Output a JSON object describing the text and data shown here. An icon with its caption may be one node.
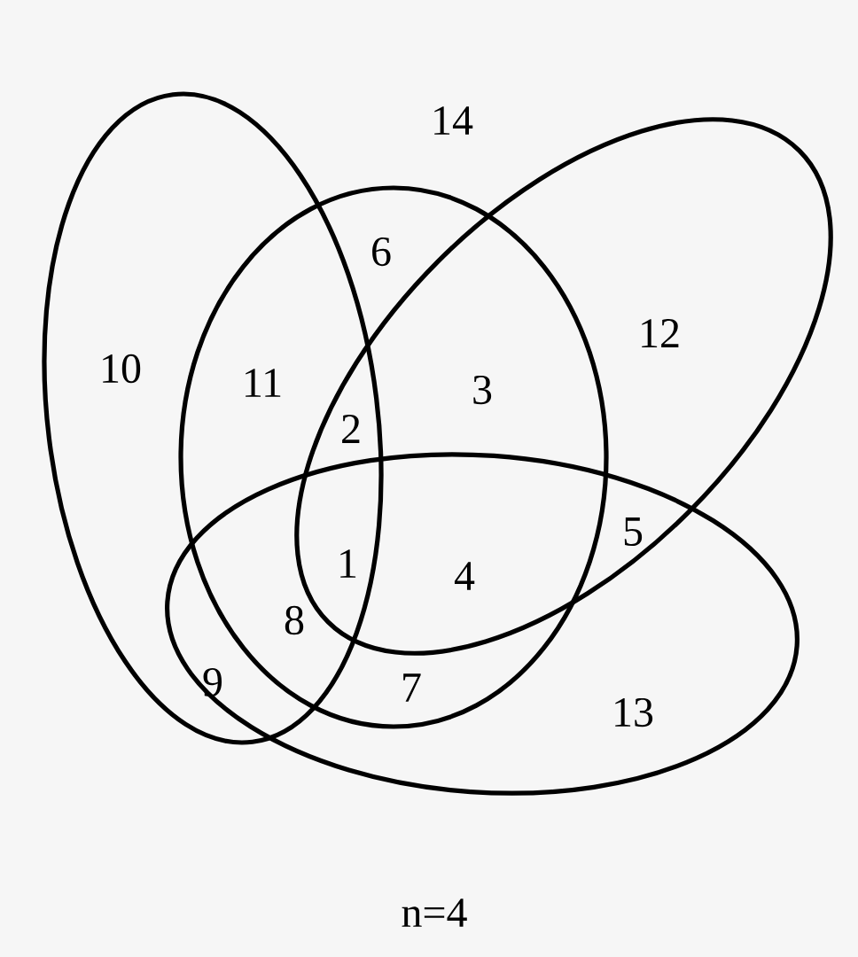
{
  "diagram": {
    "caption": "n=4",
    "labels": [
      "14",
      "6",
      "12",
      "10",
      "11",
      "3",
      "2",
      "5",
      "1",
      "4",
      "8",
      "9",
      "7",
      "13"
    ]
  }
}
